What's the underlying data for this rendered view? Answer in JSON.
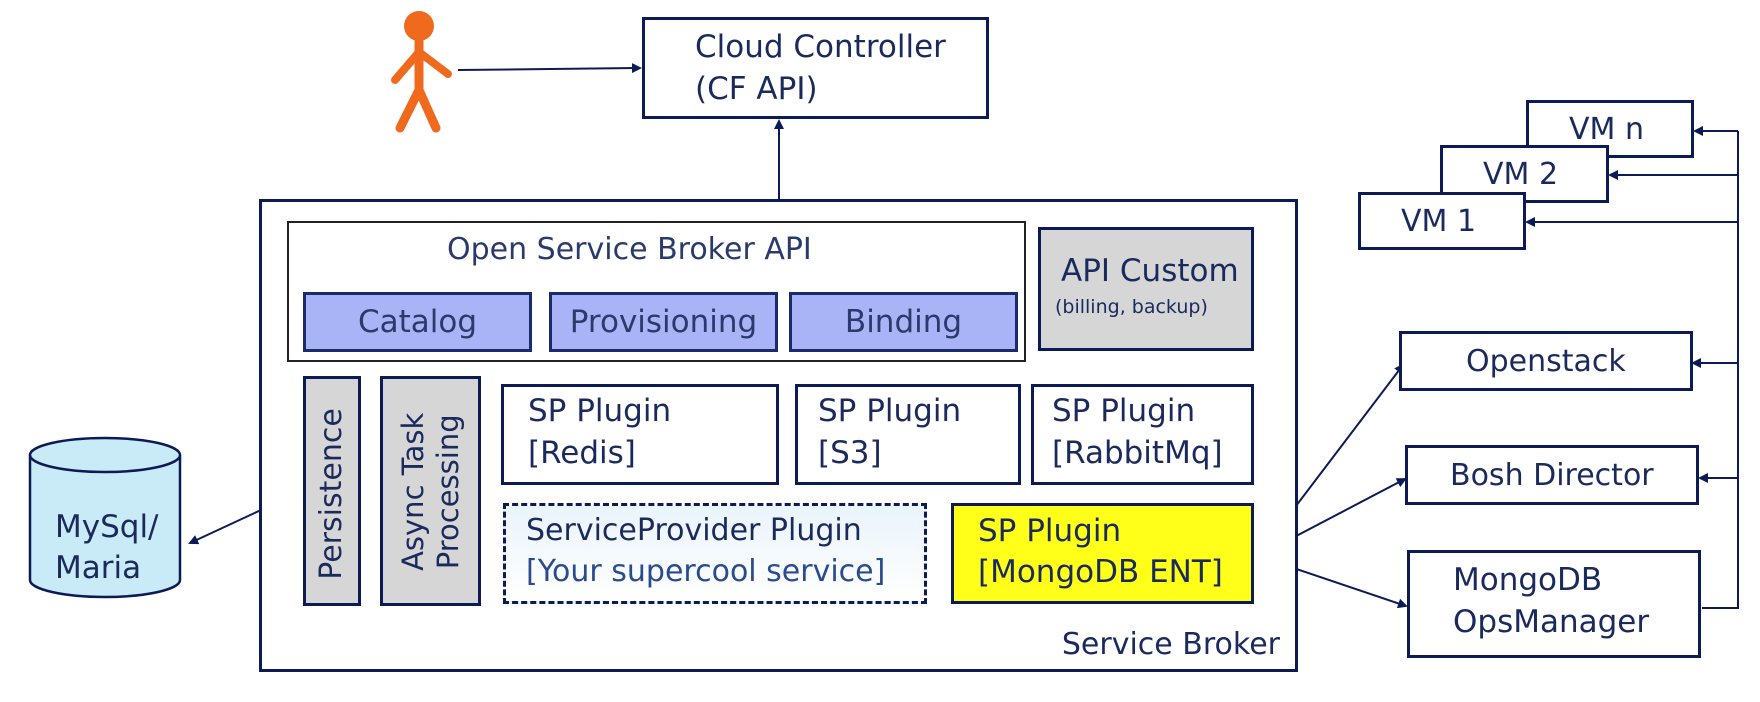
{
  "cloud_controller": {
    "line1": "Cloud Controller",
    "line2": "(CF API)"
  },
  "service_broker": {
    "label": "Service Broker",
    "osb_api": {
      "title": "Open Service Broker API",
      "tabs": [
        "Catalog",
        "Provisioning",
        "Binding"
      ]
    },
    "api_custom": {
      "title": "API Custom",
      "subtitle": "(billing, backup)"
    },
    "persistence": "Persistence",
    "async": {
      "line1": "Async Task",
      "line2": "Processing"
    },
    "plugins": {
      "redis": {
        "line1": "SP Plugin",
        "line2": "[Redis]"
      },
      "s3": {
        "line1": "SP Plugin",
        "line2": "[S3]"
      },
      "rabbitmq": {
        "line1": "SP Plugin",
        "line2": "[RabbitMq]"
      },
      "custom": {
        "line1": "ServiceProvider Plugin",
        "line2": "[Your supercool service]"
      },
      "mongodb": {
        "line1": "SP Plugin",
        "line2": "[MongoDB ENT]"
      }
    }
  },
  "database": {
    "line1": "MySql/",
    "line2": "Maria"
  },
  "vms": [
    "VM n",
    "VM 2",
    "VM 1"
  ],
  "openstack": "Openstack",
  "bosh_director": "Bosh Director",
  "opsmanager": {
    "line1": "MongoDB",
    "line2": "OpsManager"
  },
  "colors": {
    "navy": "#0c1a55",
    "tab_fill": "#a8b4f5",
    "grey_fill": "#d6d6d6",
    "mongodb_fill": "#ffff1a",
    "db_fill": "#c9eaf7",
    "person": "#f06a1e"
  }
}
